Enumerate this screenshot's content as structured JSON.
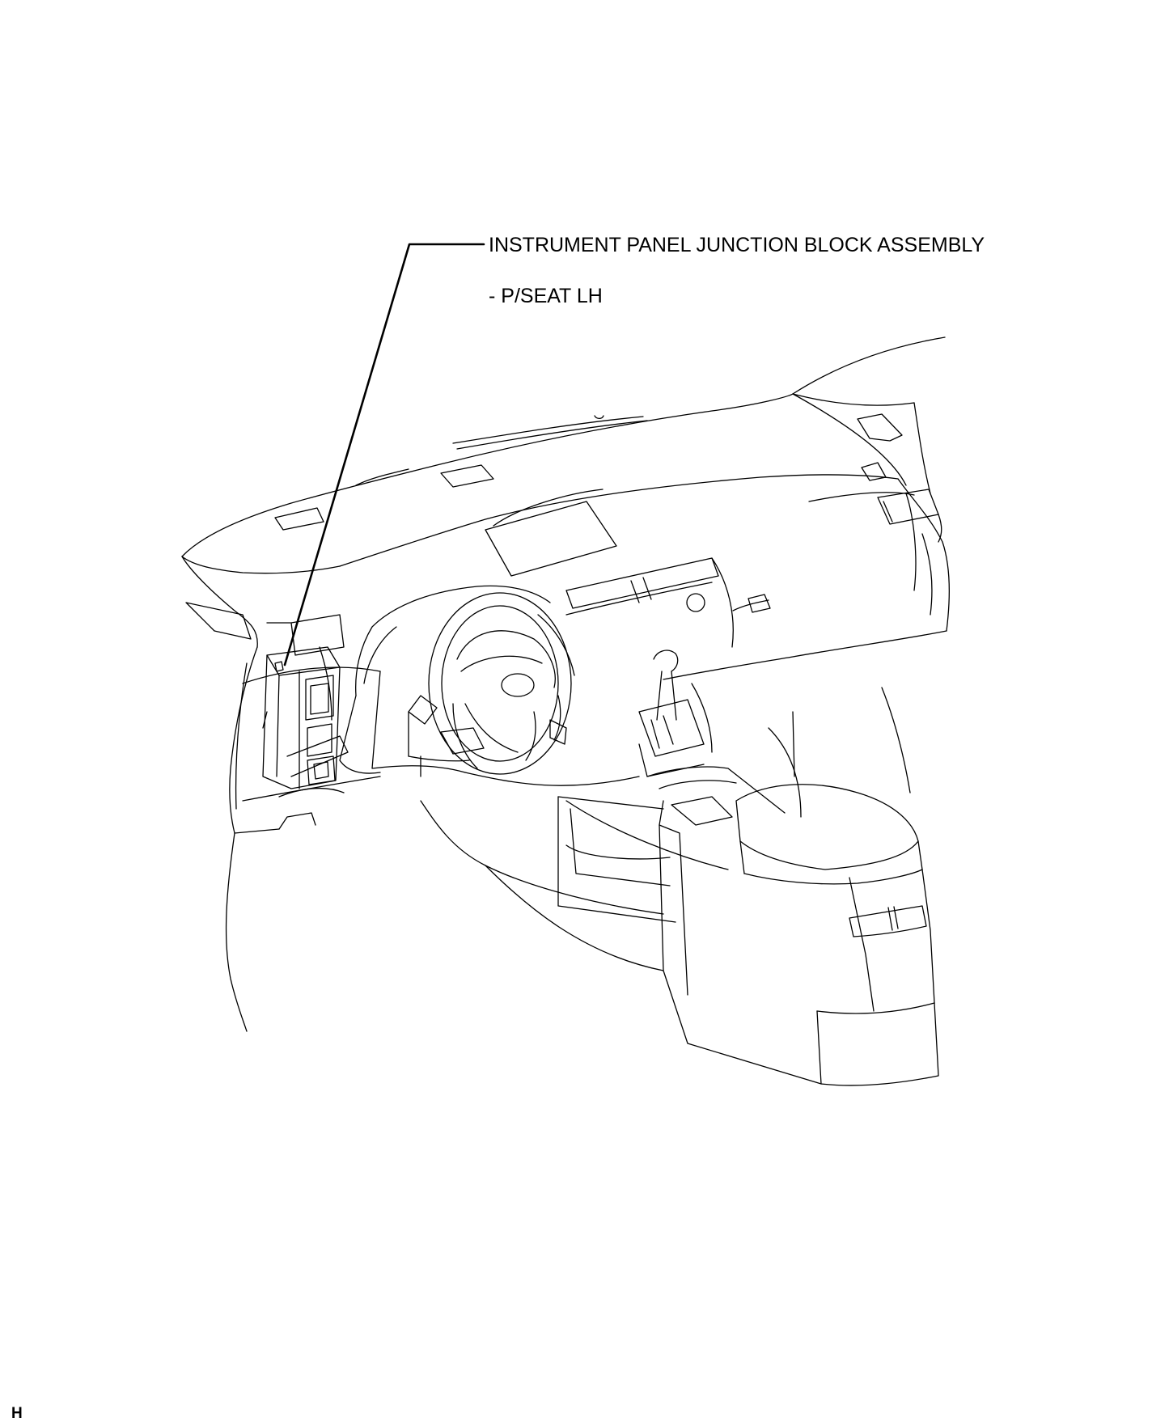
{
  "callout": {
    "line1": "INSTRUMENT PANEL JUNCTION BLOCK ASSEMBLY",
    "line2": "- P/SEAT LH"
  },
  "corner_code": "H"
}
